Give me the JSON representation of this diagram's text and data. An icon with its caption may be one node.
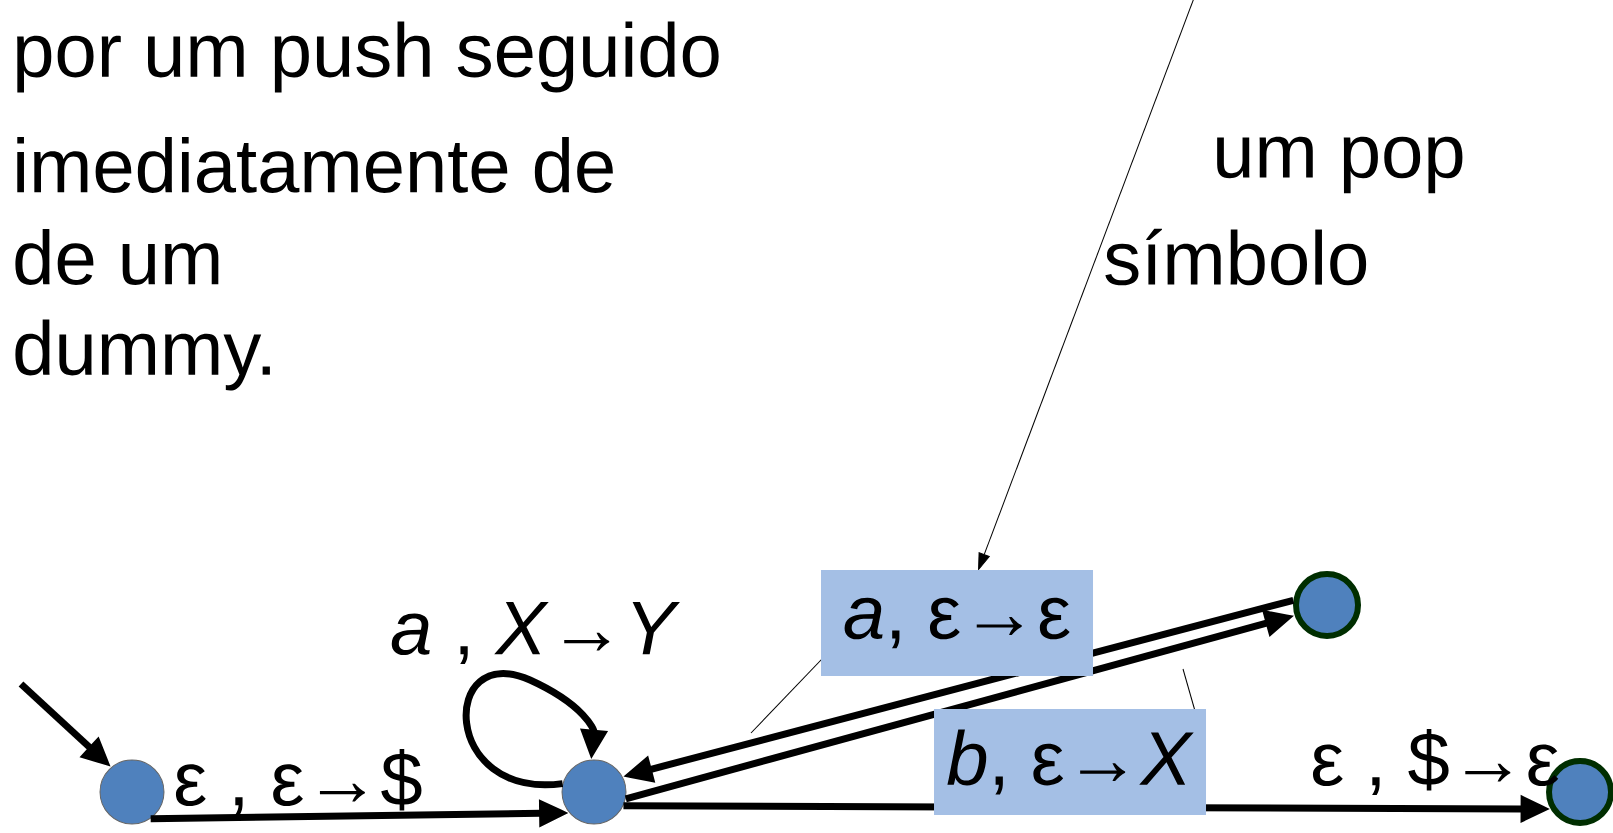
{
  "diagram": {
    "nodes": [
      {
        "text": [],
        "shape": "circle"
      },
      {
        "text": [],
        "shape": "circle"
      },
      {
        "text": [],
        "shape": "circle"
      },
      {
        "text": [],
        "shape": "circle"
      }
    ],
    "edges": [
      {
        "from": null,
        "to": 0,
        "arrow": "to"
      },
      {
        "from": 0,
        "to": 1,
        "arrow": "to",
        "label": "ε , ε→$"
      },
      {
        "from": 1,
        "to": 1,
        "arrow": "to",
        "label": "*a* , *X*→*Y*"
      },
      {
        "from": 2,
        "to": 1,
        "arrow": "to",
        "label": "*a*, ε→ε"
      },
      {
        "from": 1,
        "to": 2,
        "arrow": "to",
        "label": "*b*, ε→*X*"
      },
      {
        "from": 1,
        "to": 3,
        "arrow": "to",
        "label": "ε , $→ε"
      }
    ],
    "labels": [
      "por um push seguido",
      "imediatamente de",
      "um pop",
      "de um",
      "símbolo",
      "dummy."
    ]
  }
}
